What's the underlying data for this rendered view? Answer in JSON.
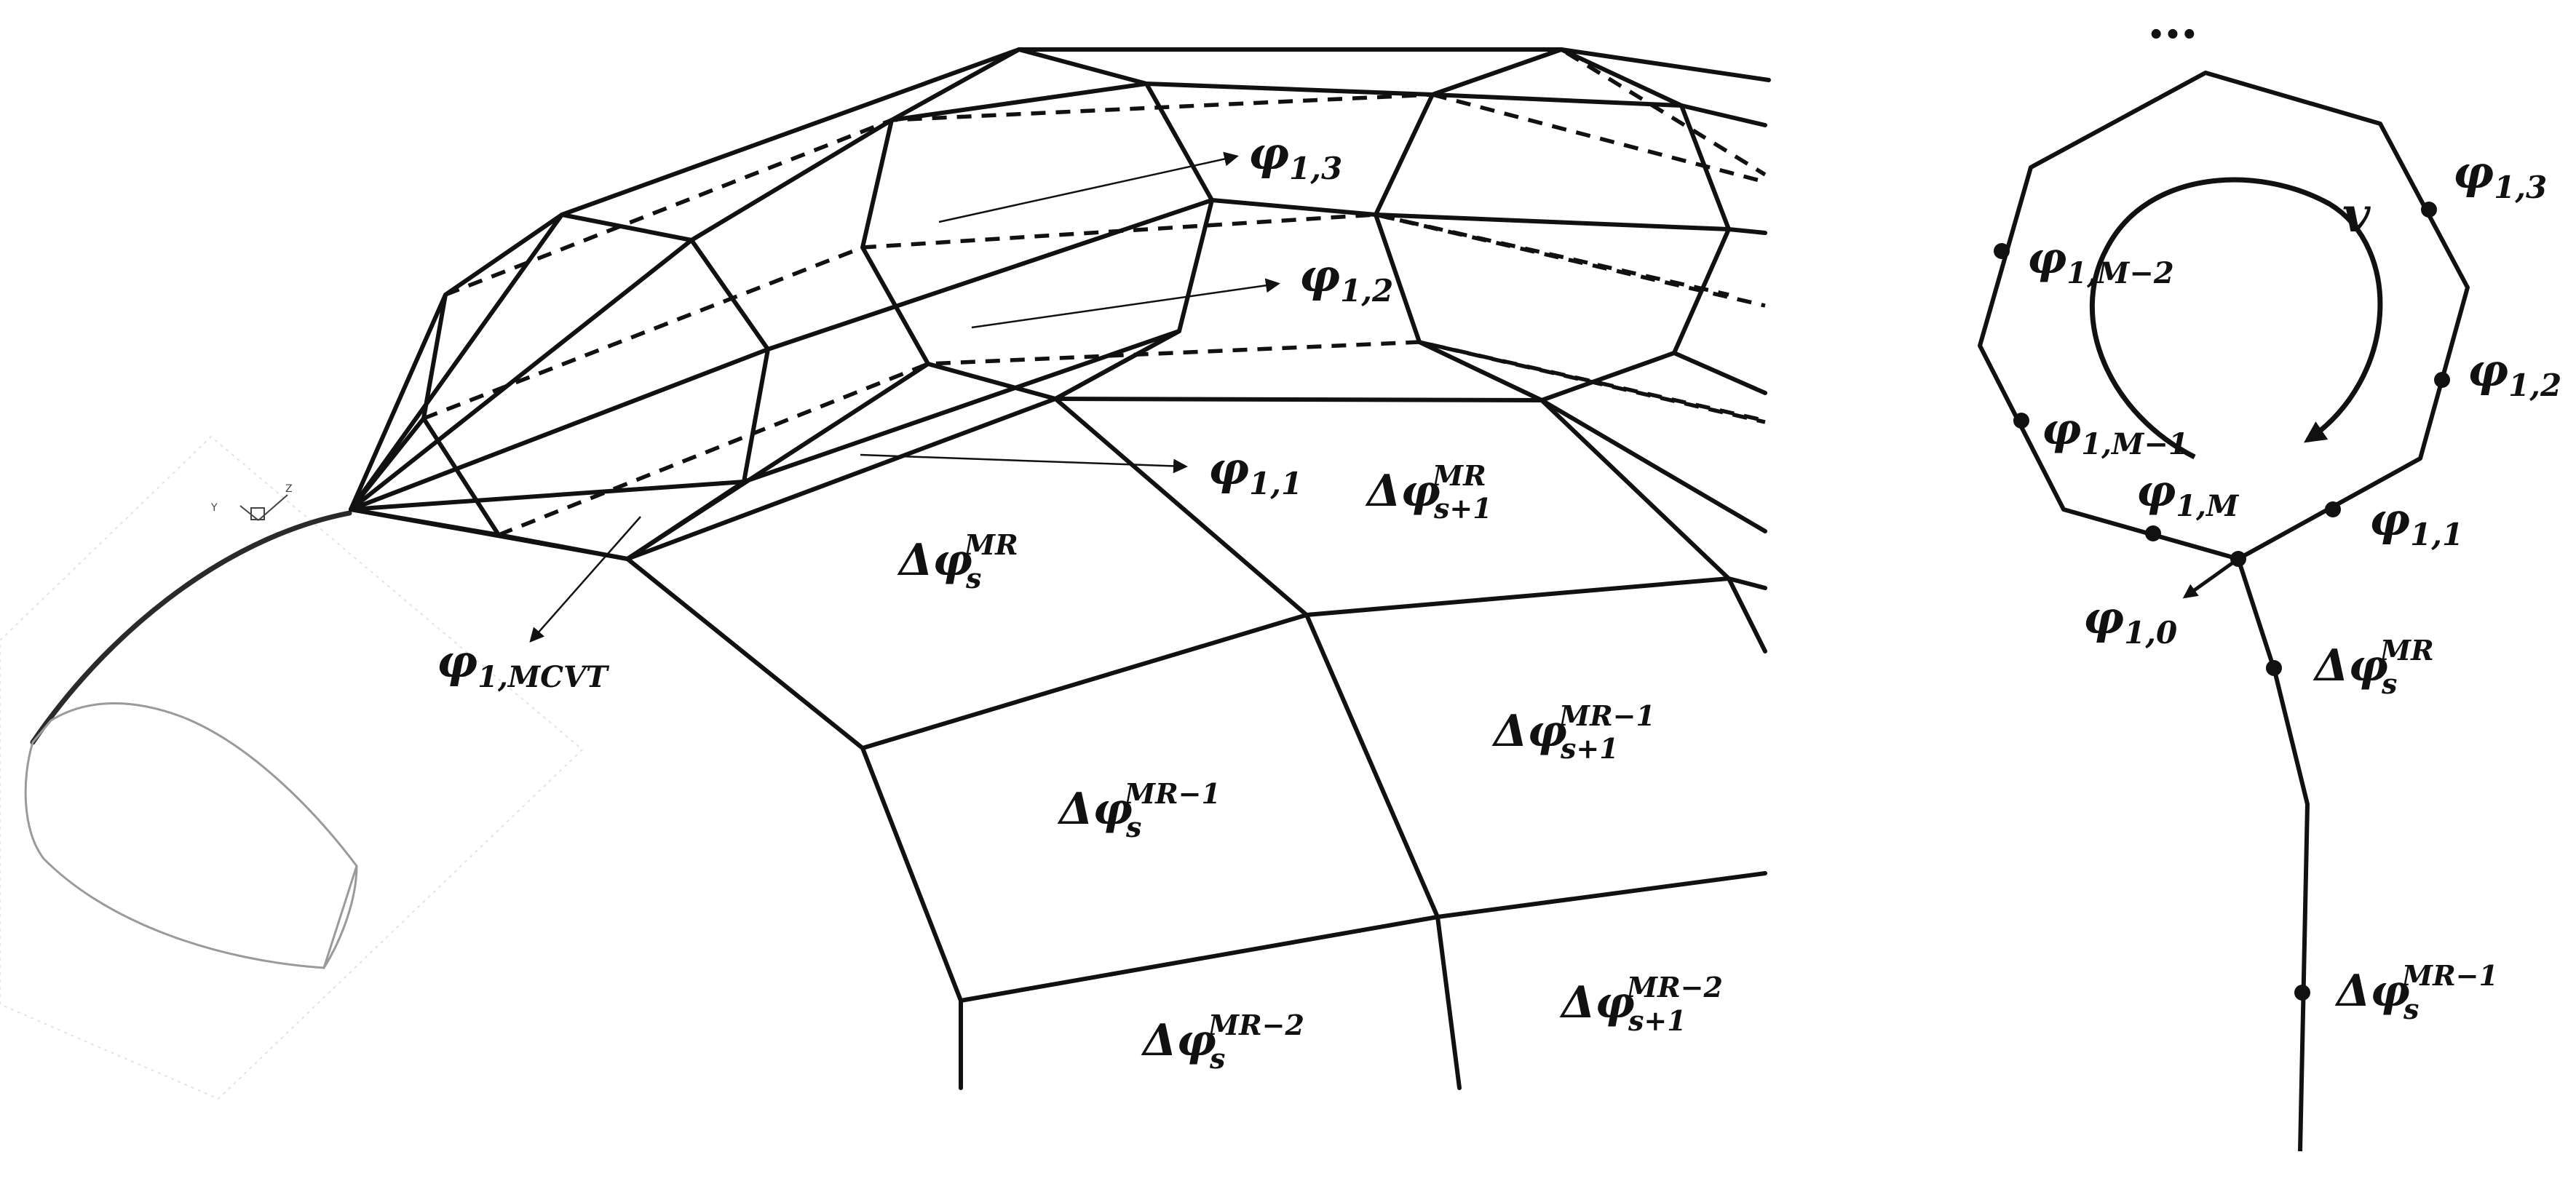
{
  "colors": {
    "ink": "#111111",
    "faint": "#9a9a9a",
    "bg": "#ffffff"
  },
  "axes_glyph": {
    "y": "Y",
    "z": "Z"
  },
  "mesh_labels": {
    "phi13": {
      "main": "φ",
      "sub": "1,3"
    },
    "phi12": {
      "main": "φ",
      "sub": "1,2"
    },
    "phi11": {
      "main": "φ",
      "sub": "1,1"
    },
    "phimcvt": {
      "main": "φ",
      "sub": "1,MCVT"
    },
    "d_s_mr": {
      "main": "Δφ",
      "sup": "MR",
      "sub": "s"
    },
    "d_s1_mr": {
      "main": "Δφ",
      "sup": "MR",
      "sub": "s+1"
    },
    "d_s_mr1": {
      "main": "Δφ",
      "sup": "MR−1",
      "sub": "s"
    },
    "d_s1_mr1": {
      "main": "Δφ",
      "sup": "MR−1",
      "sub": "s+1"
    },
    "d_s_mr2": {
      "main": "Δφ",
      "sup": "MR−2",
      "sub": "s"
    },
    "d_s1_mr2": {
      "main": "Δφ",
      "sup": "MR−2",
      "sub": "s+1"
    }
  },
  "ring_labels": {
    "ellipsis": "…",
    "v": "v",
    "phi13": {
      "main": "φ",
      "sub": "1,3"
    },
    "phi12": {
      "main": "φ",
      "sub": "1,2"
    },
    "phi11": {
      "main": "φ",
      "sub": "1,1"
    },
    "phi1M": {
      "main": "φ",
      "sub": "1,M"
    },
    "phi1M1": {
      "main": "φ",
      "sub": "1,M−1"
    },
    "phi1M2": {
      "main": "φ",
      "sub": "1,M−2"
    },
    "phi10": {
      "main": "φ",
      "sub": "1,0"
    },
    "d_s_mr": {
      "main": "Δφ",
      "sup": "MR",
      "sub": "s"
    },
    "d_s_mr1": {
      "main": "Δφ",
      "sup": "MR−1",
      "sub": "s"
    }
  }
}
